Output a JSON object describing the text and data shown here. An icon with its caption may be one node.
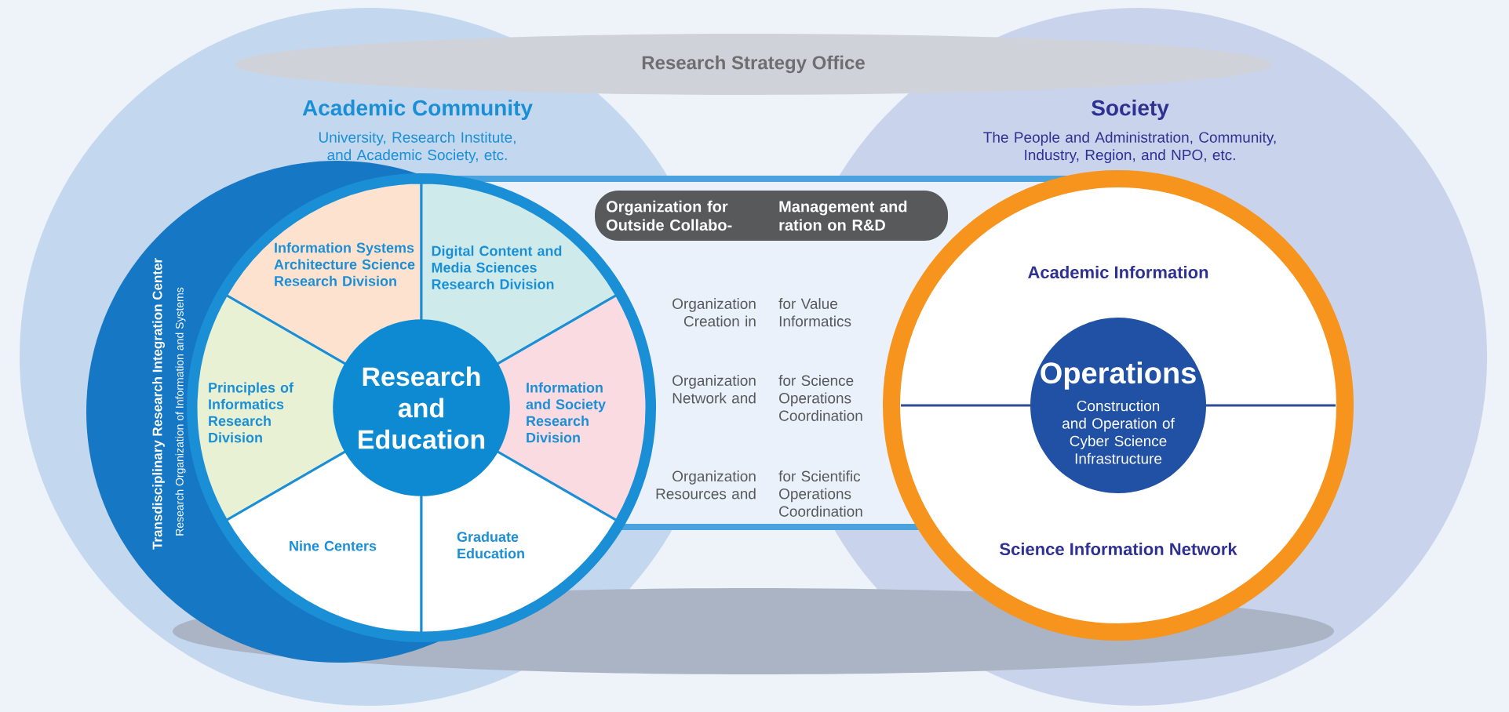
{
  "diagram": {
    "nodes": [
      {
        "text": [
          "Research Strategy Office"
        ]
      },
      {
        "text": [
          "Academic Community",
          "University, Research Institute, and Academic Society, etc."
        ]
      },
      {
        "text": [
          "Society",
          "The People and Administration, Community, Industry, Region, and NPO, etc."
        ]
      },
      {
        "text": [
          "Transdisciplinary Research Integration Center",
          "Research Organization of Information and Systems"
        ],
        "in": 1
      },
      {
        "text": [],
        "shape": "circle",
        "in": 1
      },
      {
        "text": [
          "Information Systems Architecture Science Research Division"
        ],
        "in": 4
      },
      {
        "text": [
          "Digital Content and Media Sciences Research Division"
        ],
        "in": 4
      },
      {
        "text": [
          "Principles of Informatics Research Division"
        ],
        "in": 4
      },
      {
        "text": [
          "Research and Education"
        ],
        "in": 4
      },
      {
        "text": [
          "Information and Society Research Division"
        ],
        "in": 4
      },
      {
        "text": [
          "Nine Centers"
        ],
        "in": 4
      },
      {
        "text": [
          "Graduate Education"
        ],
        "in": 4
      },
      {
        "text": [
          "Organization for Outside Collabo-",
          "Management and ration on R&D"
        ]
      },
      {
        "text": [
          "Academic Information",
          "Science Information Network"
        ],
        "in": 2
      },
      {
        "text": [
          "Operations",
          "Construction and Operation of Cyber Science Infrastructure"
        ],
        "in": 13
      }
    ],
    "labels": [
      "Organization Creation in",
      "for Value Informatics",
      "Organization Network and",
      "for Science Operations Coordination",
      "Organization Resources and",
      "for Scientific Operations Coordination"
    ]
  }
}
